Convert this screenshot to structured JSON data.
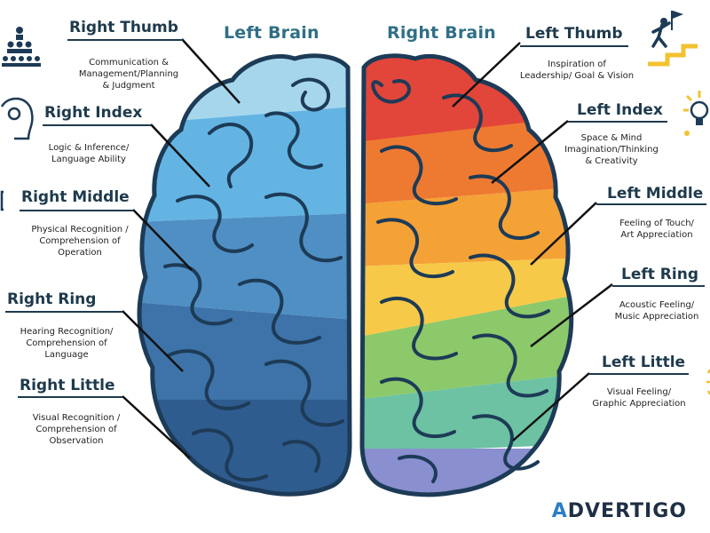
{
  "headers": {
    "left_brain": "Left Brain",
    "right_brain": "Right Brain"
  },
  "left_fingers": [
    {
      "name": "Right Thumb",
      "desc": "Communication &\nManagement/Planning\n& Judgment"
    },
    {
      "name": "Right Index",
      "desc": "Logic & Inference/\nLanguage Ability"
    },
    {
      "name": "Right Middle",
      "desc": "Physical Recognition /\nComprehension of\nOperation"
    },
    {
      "name": "Right Ring",
      "desc": "Hearing Recognition/\nComprehension of\nLanguage"
    },
    {
      "name": "Right Little",
      "desc": "Visual Recognition /\nComprehension of\nObservation"
    }
  ],
  "right_fingers": [
    {
      "name": "Left Thumb",
      "desc": "Inspiration of\nLeadership/ Goal & Vision"
    },
    {
      "name": "Left Index",
      "desc": "Space & Mind\nImagination/Thinking\n& Creativity"
    },
    {
      "name": "Left Middle",
      "desc": "Feeling of Touch/\nArt Appreciation"
    },
    {
      "name": "Left Ring",
      "desc": "Acoustic Feeling/\nMusic Appreciation"
    },
    {
      "name": "Left Little",
      "desc": "Visual Feeling/\nGraphic Appreciation"
    }
  ],
  "watermark": {
    "mark": "A",
    "text": "DVERTIGO"
  },
  "colors": {
    "left_top": "#a6d6ec",
    "left_upper": "#63b4e3",
    "left_mid": "#4f8fc4",
    "left_lower": "#3d73a8",
    "left_bottom": "#2e5c8e",
    "right_red": "#e2453a",
    "right_orange": "#ee7a32",
    "right_amber": "#f4a136",
    "right_yellow": "#f7c948",
    "right_green": "#8cc96a",
    "right_teal": "#6cc2a2",
    "right_purple": "#8a8fd0",
    "outline": "#1d3b57"
  }
}
